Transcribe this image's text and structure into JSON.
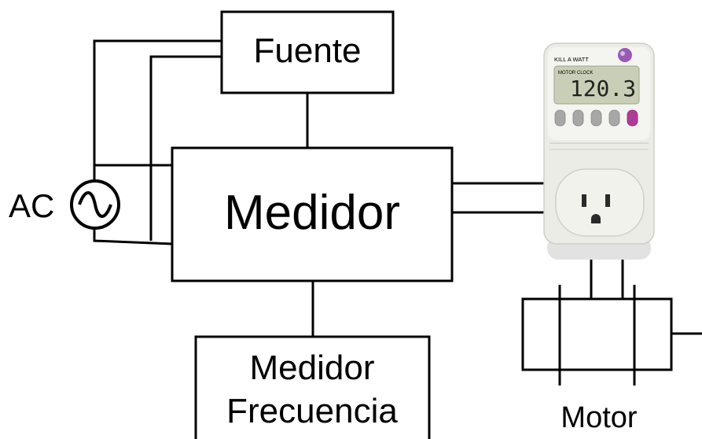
{
  "blocks": {
    "fuente": "Fuente",
    "medidor": "Medidor",
    "medidor_frecuencia_line1": "Medidor",
    "medidor_frecuencia_line2": "Frecuencia",
    "ac_source": "AC",
    "motor": "Motor"
  },
  "meter_device": {
    "brand": "KILL A WATT",
    "mode_label": "MOTOR CLOCK",
    "display_value": "120.3"
  },
  "colors": {
    "line": "#000000",
    "background": "#ffffff",
    "device_body": "#ecece6",
    "lcd": "#c9cfb6",
    "accent_button": "#b13c96",
    "logo": "#9b59b6"
  }
}
